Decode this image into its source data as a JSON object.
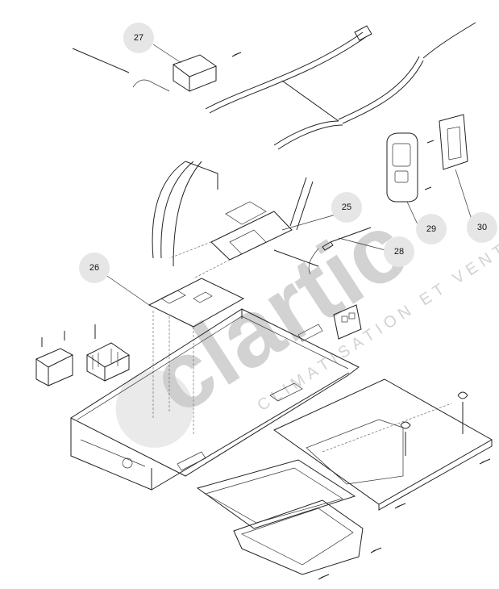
{
  "callouts": [
    {
      "id": "27",
      "label": "27"
    },
    {
      "id": "25",
      "label": "25"
    },
    {
      "id": "26",
      "label": "26"
    },
    {
      "id": "28",
      "label": "28"
    },
    {
      "id": "29",
      "label": "29"
    },
    {
      "id": "30",
      "label": "30"
    }
  ],
  "watermark": {
    "brand": "clartic",
    "tagline": "CLIMATISATION ET VENTILATION"
  }
}
